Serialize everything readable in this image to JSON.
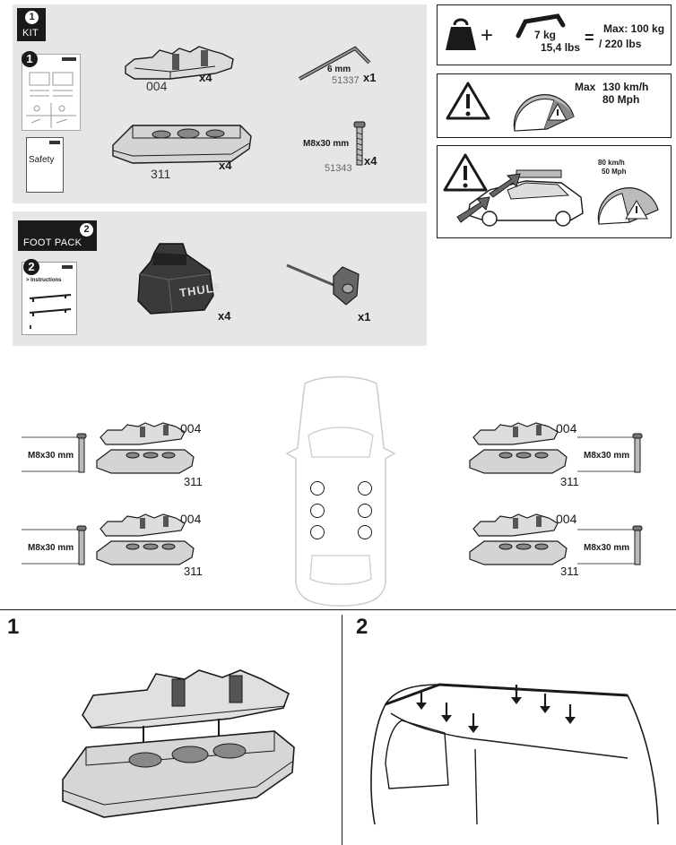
{
  "kit": {
    "badge_num": "1",
    "badge_label": "KIT",
    "booklet_num": "1",
    "safety_label": "Safety",
    "parts": [
      {
        "code": "004",
        "qty": "x4"
      },
      {
        "code": "311",
        "qty": "x4"
      },
      {
        "size": "6 mm",
        "code": "51337",
        "qty": "x1"
      },
      {
        "size": "M8x30 mm",
        "code": "51343",
        "qty": "x4"
      }
    ]
  },
  "foot_pack": {
    "badge_num": "2",
    "badge_label": "FOOT PACK",
    "booklet_num": "2",
    "instructions_label": "> Instructions",
    "foot_brand": "THULE",
    "foot_qty": "x4",
    "key_qty": "x1"
  },
  "warnings": {
    "load": {
      "plus": "+",
      "bar_weight_kg": "7 kg",
      "bar_weight_lbs": "15,4 lbs",
      "equals": "=",
      "max_line1": "Max: 100 kg",
      "max_line2": "/ 220 lbs"
    },
    "speed": {
      "max_label": "Max",
      "kmh": "130 km/h",
      "mph": "80 Mph"
    },
    "crash": {
      "kmh": "80 km/h",
      "mph": "50 Mph"
    }
  },
  "placement": {
    "top_code": "004",
    "base_code": "311",
    "bolt_label": "M8x30 mm"
  },
  "steps": [
    {
      "number": "1"
    },
    {
      "number": "2"
    }
  ]
}
